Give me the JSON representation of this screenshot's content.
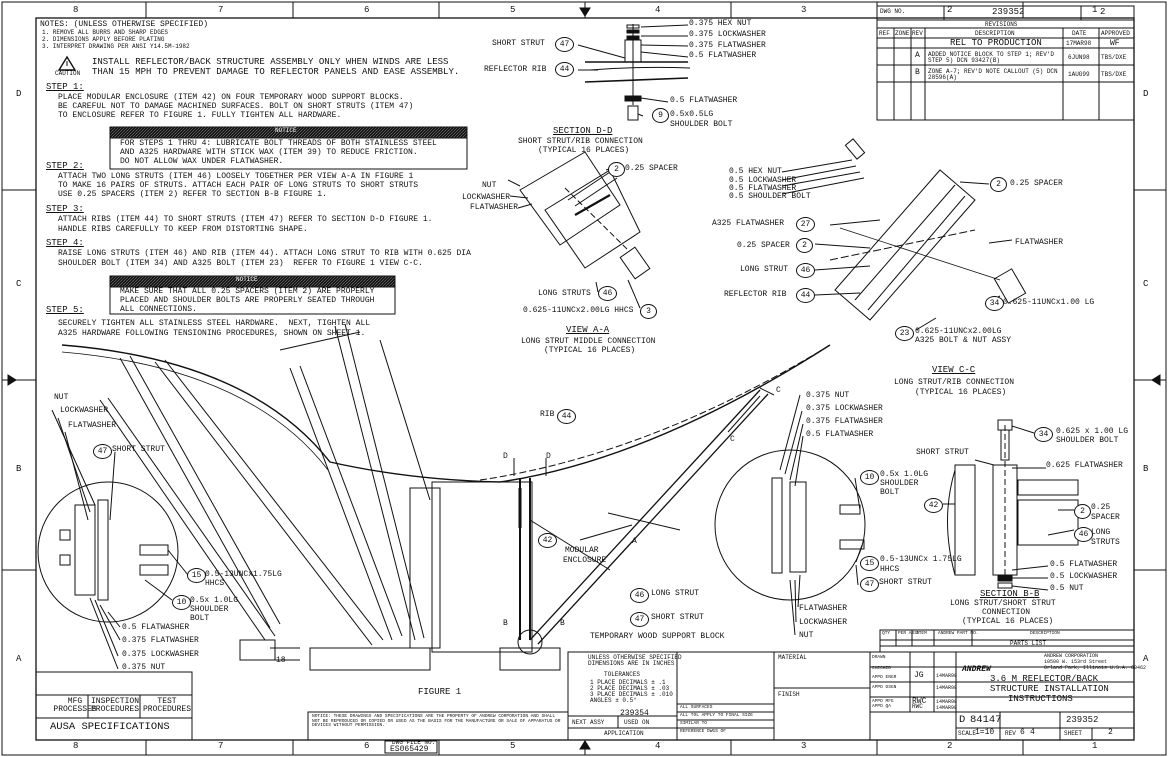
{
  "border": {
    "cols_top": [
      "8",
      "7",
      "6",
      "5",
      "4",
      "3",
      "2",
      "1"
    ],
    "cols_bottom": [
      "8",
      "7",
      "6",
      "5",
      "4",
      "3",
      "2",
      "1"
    ],
    "rows_left": [
      "D",
      "C",
      "B",
      "A"
    ],
    "rows_right": [
      "D",
      "C",
      "B",
      "A"
    ]
  },
  "title_tag": {
    "label": "DWG NO.",
    "number": "239352",
    "sheet": "2"
  },
  "revisions": {
    "title": "REVISIONS",
    "headers": [
      "REF",
      "ZONE",
      "REV",
      "DESCRIPTION",
      "DATE",
      "APPROVED"
    ],
    "rows": [
      {
        "rev": "",
        "desc": "REL TO PRODUCTION",
        "date": "17MAR98",
        "appr": "WF"
      },
      {
        "rev": "A",
        "desc": "ADDED NOTICE BLOCK TO STEP 1; REV'D STEP 5)  DCN 93427(B)",
        "date": "6JUN98",
        "appr": "TBS/DXE"
      },
      {
        "rev": "B",
        "desc": "ZONE A-7; REV'D NOTE CALLOUT (5) DCN 28596(A)",
        "date": "1AUG99",
        "appr": "TBS/DXE"
      }
    ]
  },
  "notes": {
    "header": "NOTES: (UNLESS OTHERWISE SPECIFIED)",
    "sub": [
      "1. REMOVE ALL BURRS AND SHARP EDGES",
      "2. DIMENSIONS APPLY BEFORE PLATING",
      "3. INTERPRET DRAWING PER ANSI Y14.5M-1982"
    ],
    "caution_label": "CAUTION",
    "caution_text": [
      "INSTALL REFLECTOR/BACK STRUCTURE ASSEMBLY ONLY WHEN WINDS ARE LESS",
      "THAN 15 MPH TO PREVENT DAMAGE TO REFLECTOR PANELS AND EASE ASSEMBLY."
    ],
    "steps": [
      {
        "title": "STEP 1:",
        "lines": [
          "PLACE MODULAR ENCLOSURE (ITEM 42) ON FOUR TEMPORARY WOOD SUPPORT BLOCKS.",
          "BE CAREFUL NOT TO DAMAGE MACHINED SURFACES. BOLT ON SHORT STRUTS (ITEM 47)",
          "TO ENCLOSURE REFER TO FIGURE 1. FULLY TIGHTEN ALL HARDWARE."
        ]
      },
      {
        "title": "STEP 2:",
        "lines": [
          "ATTACH TWO LONG STRUTS (ITEM 46) LOOSELY TOGETHER PER VIEW A-A IN FIGURE 1",
          "TO MAKE 16 PAIRS OF STRUTS. ATTACH EACH PAIR OF LONG STRUTS TO SHORT STRUTS",
          "USE 0.25 SPACERS (ITEM 2) REFER TO SECTION B-B FIGURE 1."
        ]
      },
      {
        "title": "STEP 3:",
        "lines": [
          "ATTACH RIBS (ITEM 44) TO SHORT STRUTS (ITEM 47) REFER TO SECTION D-D FIGURE 1.",
          "HANDLE RIBS CAREFULLY TO KEEP FROM DISTORTING SHAPE."
        ]
      },
      {
        "title": "STEP 4:",
        "lines": [
          "RAISE LONG STRUTS (ITEM 46) AND RIB (ITEM 44). ATTACH LONG STRUT TO RIB WITH 0.625 DIA",
          "SHOULDER BOLT (ITEM 34) AND A325 BOLT (ITEM 23)  REFER TO FIGURE 1 VIEW C-C."
        ]
      },
      {
        "title": "STEP 5:",
        "lines": [
          "SECURELY TIGHTEN ALL STAINLESS STEEL HARDWARE.  NEXT, TIGHTEN ALL",
          "A325 HARDWARE FOLLOWING TENSIONING PROCEDURES, SHOWN ON SHEET 1."
        ]
      }
    ],
    "notice1": {
      "label": "NOTICE",
      "lines": [
        "FOR STEPS 1 THRU 4: LUBRICATE BOLT THREADS OF BOTH STAINLESS STEEL",
        "AND A325 HARDWARE WITH STICK WAX (ITEM 39) TO REDUCE FRICTION.",
        "DO NOT ALLOW WAX UNDER FLATWASHER."
      ]
    },
    "notice2": {
      "label": "NOTICE",
      "lines": [
        "MAKE SURE THAT ALL 0.25 SPACERS (ITEM 2) ARE PROPERLY",
        "PLACED AND SHOULDER BOLTS ARE PROPERLY SEATED THROUGH",
        "ALL CONNECTIONS."
      ]
    }
  },
  "section_dd": {
    "title": "SECTION D-D",
    "sub1": "SHORT STRUT/RIB CONNECTION",
    "sub2": "(TYPICAL 16 PLACES)",
    "labels": {
      "short_strut": "SHORT STRUT",
      "reflector_rib": "REFLECTOR RIB",
      "hex_nut": "0.375 HEX NUT",
      "lockwasher": "0.375 LOCKWASHER",
      "flatwasher375": "0.375 FLATWASHER",
      "flatwasher5": "0.5 FLATWASHER",
      "flatwasher5b": "0.5 FLATWASHER",
      "bolt": "0.5x0.5LG",
      "shoulder_bolt": "SHOULDER BOLT"
    },
    "items": {
      "short_strut": "47",
      "rib": "44",
      "bolt": "9"
    }
  },
  "view_aa": {
    "title": "VIEW A-A",
    "sub1": "LONG STRUT MIDDLE CONNECTION",
    "sub2": "(TYPICAL 16 PLACES)",
    "labels": {
      "spacer": "0.25 SPACER",
      "nut": "NUT",
      "lockwasher": "LOCKWASHER",
      "flatwasher": "FLATWASHER",
      "long_struts": "LONG STRUTS",
      "hhcs": "0.625-11UNCx2.00LG HHCS"
    },
    "items": {
      "spacer": "2",
      "long_struts": "46",
      "hhcs": "3"
    }
  },
  "view_cc": {
    "title": "VIEW C-C",
    "sub1": "LONG STRUT/RIB CONNECTION",
    "sub2": "(TYPICAL 16 PLACES)",
    "labels": {
      "hex_nut": "0.5 HEX NUT",
      "lockwasher": "0.5 LOCKWASHER",
      "flatwasher": "0.5 FLATWASHER",
      "shoulder_bolt": "0.5 SHOULDER BOLT",
      "spacer_r": "0.25 SPACER",
      "a325_fw": "A325 FLATWASHER",
      "spacer_l": "0.25 SPACER",
      "long_strut": "LONG STRUT",
      "reflector_rib": "REFLECTOR RIB",
      "flatwasher_r": "FLATWASHER",
      "bolt34": "0.625-11UNCx1.00 LG",
      "bolt23a": "0.625-11UNCx2.00LG",
      "bolt23b": "A325 BOLT & NUT ASSY"
    },
    "items": {
      "spacer_r": "2",
      "a325_fw": "27",
      "spacer_l": "2",
      "long_strut": "46",
      "rib": "44",
      "bolt34": "34",
      "bolt23": "23"
    }
  },
  "section_bb": {
    "title": "SECTION B-B",
    "sub1": "LONG STRUT/SHORT STRUT",
    "sub2": "CONNECTION",
    "sub3": "(TYPICAL 16 PLACES)",
    "labels": {
      "bolt34a": "0.625 x 1.00 LG",
      "bolt34b": "SHOULDER BOLT",
      "short_strut": "SHORT STRUT",
      "fw625": "0.625 FLATWASHER",
      "spacer_a": "0.25",
      "spacer_b": "SPACER",
      "long_a": "LONG",
      "long_b": "STRUTS",
      "fw": "0.5 FLATWASHER",
      "lw": "0.5 LOCKWASHER",
      "nut": "0.5 NUT"
    },
    "items": {
      "bolt34": "34",
      "enclosure": "42",
      "spacer": "2",
      "long": "46"
    }
  },
  "figure1": {
    "title": "FIGURE 1",
    "left": {
      "nut": "NUT",
      "lockwasher": "LOCKWASHER",
      "flatwasher": "FLATWASHER",
      "short_strut": "SHORT STRUT",
      "hhcs_a": "0.5-13UNCx1.75LG",
      "hhcs_b": "HHCS",
      "sb_a": "0.5x 1.0LG",
      "sb_b": "SHOULDER",
      "sb_c": "BOLT",
      "fw5": "0.5 FLATWASHER",
      "fw375": "0.375 FLATWASHER",
      "lw375": "0.375 LOCKWASHER",
      "nut375": "0.375 NUT",
      "item_short": "47",
      "item_hhcs": "15",
      "item_sb": "10",
      "dim": "18"
    },
    "center": {
      "rib": "RIB",
      "item_rib": "44",
      "enclosure_a": "MODULAR",
      "enclosure_b": "ENCLOSURE",
      "item_enc": "42",
      "long_strut": "LONG STRUT",
      "item_long": "46",
      "short_strut": "SHORT STRUT",
      "item_short": "47",
      "wood_block": "TEMPORARY WOOD SUPPORT BLOCK",
      "D": "D",
      "A": "A",
      "B": "B",
      "C": "C"
    },
    "right": {
      "nut375": "0.375 NUT",
      "lw375": "0.375 LOCKWASHER",
      "fw375": "0.375 FLATWASHER",
      "fw5": "0.5 FLATWASHER",
      "sb_a": "0.5x 1.0LG",
      "sb_b": "SHOULDER",
      "sb_c": "BOLT",
      "hhcs_a": "0.5-13UNCx 1.75LG",
      "hhcs_b": "HHCS",
      "short_strut": "SHORT STRUT",
      "flatwasher": "FLATWASHER",
      "lockwasher": "LOCKWASHER",
      "nut": "NUT",
      "item_sb": "10",
      "item_hhcs": "15",
      "item_short": "47"
    }
  },
  "spec_block": {
    "cols": [
      "MFG PROCESSES",
      "INSPECTION PROCEDURES",
      "TEST PROCEDURES"
    ],
    "title": "AUSA SPECIFICATIONS"
  },
  "dwg_file": {
    "label": "DWG FILE NO.",
    "value": "ES065429"
  },
  "application": {
    "next_assy": "NEXT ASSY",
    "used_on": "USED ON",
    "assy_no": "239354",
    "label": "APPLICATION"
  },
  "tolerances": {
    "header1": "UNLESS OTHERWISE SPECIFIED",
    "header2": "DIMENSIONS ARE IN INCHES",
    "title": "TOLERANCES",
    "lines": [
      "1 PLACE DECIMALS ± .1",
      "2 PLACE DECIMALS ± .03",
      "3 PLACE DECIMALS ± .010",
      "ANGLES ± 0.5°"
    ],
    "extra": [
      "ALL SURFACES",
      "ALL TOL APPLY TO FINAL SIZE",
      "SIMILAR TO",
      "REFERENCE DWGS OF"
    ]
  },
  "material_label": "MATERIAL",
  "finish_label": "FINISH",
  "signoffs": [
    {
      "role": "DRAWN",
      "name": "",
      "date": ""
    },
    {
      "role": "CHECKED",
      "name": "",
      "date": ""
    },
    {
      "role": "APPD ENGR",
      "name": "JG",
      "date": "14MAR98"
    },
    {
      "role": "APPD DSGN",
      "name": "",
      "date": "14MAR98"
    },
    {
      "role": "APPD MFG",
      "name": "RWC",
      "date": "14MAR98"
    },
    {
      "role": "APPD QA",
      "name": "RWC",
      "date": "14MAR98"
    }
  ],
  "company": {
    "logo": "ANDREW",
    "name": "ANDREW CORPORATION",
    "addr1": "10500 W. 153rd Street",
    "addr2": "Orland Park, Illinois U.S.A. 60462"
  },
  "title": {
    "l1": "3.6 M REFLECTOR/BACK",
    "l2": "STRUCTURE INSTALLATION",
    "l3": "INSTRUCTIONS"
  },
  "footer": {
    "size": "D",
    "code": "84147",
    "dwg": "239352",
    "scale_label": "SCALE",
    "scale": "1=10",
    "rev_label": "REV",
    "rev": "2",
    "sheet_label": "SHEET",
    "sheet": "2",
    "sheet_of": "6",
    "page": "4"
  },
  "parts_list": {
    "title": "PARTS LIST",
    "headers": [
      "QTY",
      "PER ASSY",
      "ITEM",
      "ANDREW PART NO.",
      "DESCRIPTION"
    ]
  },
  "confidential": "NOTICE: THESE DRAWINGS AND SPECIFICATIONS ARE THE PROPERTY OF ANDREW CORPORATION AND SHALL NOT BE REPRODUCED OR COPIED OR USED AS THE BASIS FOR THE MANUFACTURE OR SALE OF APPARATUS OR DEVICES WITHOUT PERMISSION."
}
